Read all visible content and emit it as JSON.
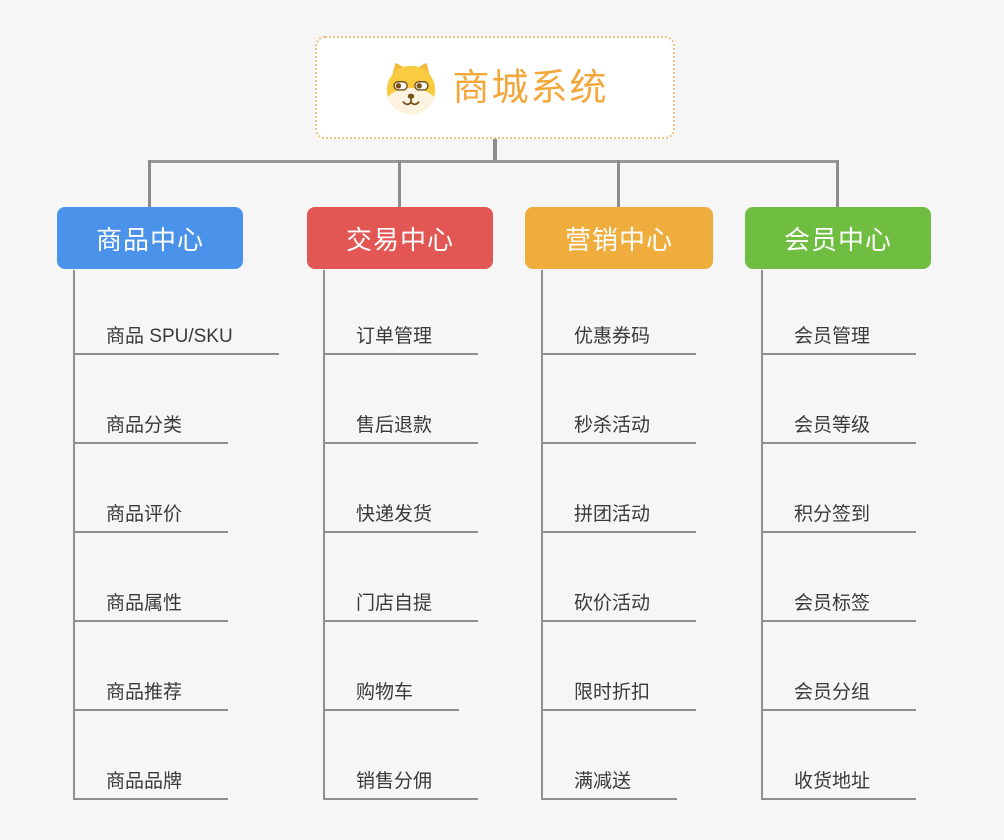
{
  "canvas": {
    "background": "#f6f6f6",
    "connector_color": "#8d8d8d"
  },
  "root": {
    "title": "商城系统",
    "icon": "dog-face-icon",
    "title_color": "#f3a73b",
    "border_color": "#f0c185"
  },
  "branches": [
    {
      "label": "商品中心",
      "color": "#4b93ea",
      "children": [
        "商品 SPU/SKU",
        "商品分类",
        "商品评价",
        "商品属性",
        "商品推荐",
        "商品品牌"
      ]
    },
    {
      "label": "交易中心",
      "color": "#e25654",
      "children": [
        "订单管理",
        "售后退款",
        "快递发货",
        "门店自提",
        "购物车",
        "销售分佣"
      ]
    },
    {
      "label": "营销中心",
      "color": "#efad3d",
      "children": [
        "优惠券码",
        "秒杀活动",
        "拼团活动",
        "砍价活动",
        "限时折扣",
        "满减送"
      ]
    },
    {
      "label": "会员中心",
      "color": "#70be41",
      "children": [
        "会员管理",
        "会员等级",
        "积分签到",
        "会员标签",
        "会员分组",
        "收货地址"
      ]
    }
  ]
}
